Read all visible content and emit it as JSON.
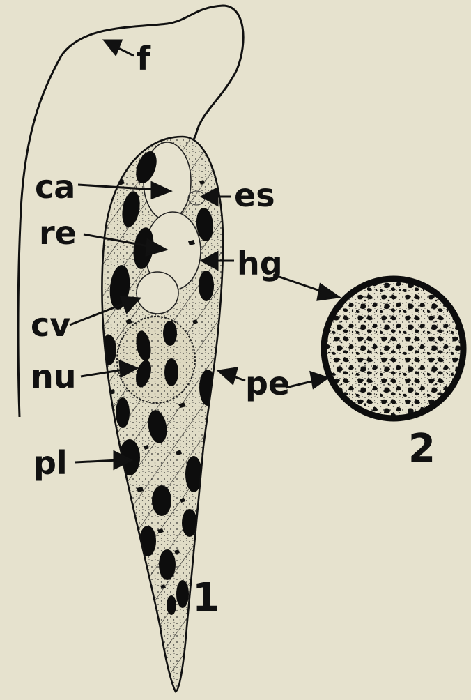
{
  "background_color": "#e6e2ce",
  "ink_color": "#111111",
  "figures": [
    {
      "number": "1",
      "structure": "elongated cell with flagellum",
      "labels": {
        "f": "f",
        "ca": "ca",
        "es": "es",
        "re": "re",
        "hg": "hg",
        "cv": "cv",
        "nu": "nu",
        "pe": "pe",
        "pl": "pl"
      }
    },
    {
      "number": "2",
      "structure": "round body"
    }
  ]
}
